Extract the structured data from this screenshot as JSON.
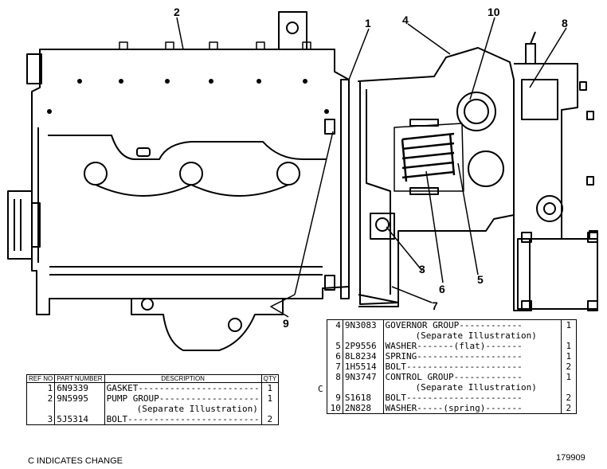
{
  "callouts": [
    "1",
    "2",
    "3",
    "4",
    "5",
    "6",
    "7",
    "8",
    "9",
    "10"
  ],
  "table_left": {
    "headers": {
      "ref": "REF NO",
      "part": "PART NUMBER",
      "desc": "DESCRIPTION",
      "qty": "QTY"
    },
    "rows": [
      {
        "ref": "1",
        "part": "6N9339",
        "desc": "GASKET-----------------------",
        "qty": "1",
        "sub": ""
      },
      {
        "ref": "2",
        "part": "9N5995",
        "desc": "PUMP GROUP-------------------",
        "qty": "1",
        "sub": "(Separate Illustration)"
      },
      {
        "ref": "3",
        "part": "5J5314",
        "desc": "BOLT-------------------------",
        "qty": "2",
        "sub": ""
      }
    ]
  },
  "table_right": {
    "rows": [
      {
        "ref": "4",
        "part": "9N3083",
        "desc": "GOVERNOR GROUP------------",
        "qty": "1",
        "sub": "(Separate Illustration)"
      },
      {
        "ref": "5",
        "part": "2P9556",
        "desc": "WASHER-------(flat)-------",
        "qty": "1",
        "sub": ""
      },
      {
        "ref": "6",
        "part": "8L8234",
        "desc": "SPRING--------------------",
        "qty": "1",
        "sub": ""
      },
      {
        "ref": "7",
        "part": "1H5514",
        "desc": "BOLT----------------------",
        "qty": "2",
        "sub": ""
      },
      {
        "ref": "8",
        "part": "9N3747",
        "desc": "CONTROL GROUP-------------",
        "qty": "1",
        "sub": "(Separate Illustration)"
      },
      {
        "ref": "9",
        "part": "S1618",
        "desc": "BOLT----------------------",
        "qty": "2",
        "sub": ""
      },
      {
        "ref": "10",
        "part": "2N828",
        "desc": "WASHER-----(spring)-------",
        "qty": "2",
        "sub": ""
      }
    ]
  },
  "change_mark": "C",
  "footer_note": "C INDICATES CHANGE",
  "drawing_number": "179909"
}
